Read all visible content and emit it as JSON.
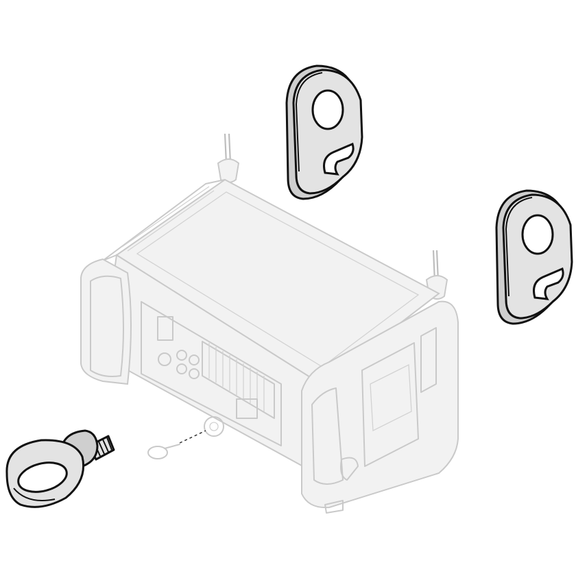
{
  "colors": {
    "outline": "#111111",
    "part_fill": "#e3e3e3",
    "ghost_outline": "#c9c9c9",
    "background": "#ffffff"
  },
  "parts": [
    {
      "name": "loudspeaker-cabinet",
      "style": "ghosted"
    },
    {
      "name": "rigging-shackle-left",
      "style": "highlighted"
    },
    {
      "name": "rigging-shackle-right",
      "style": "highlighted"
    },
    {
      "name": "eyebolt",
      "style": "highlighted"
    }
  ]
}
